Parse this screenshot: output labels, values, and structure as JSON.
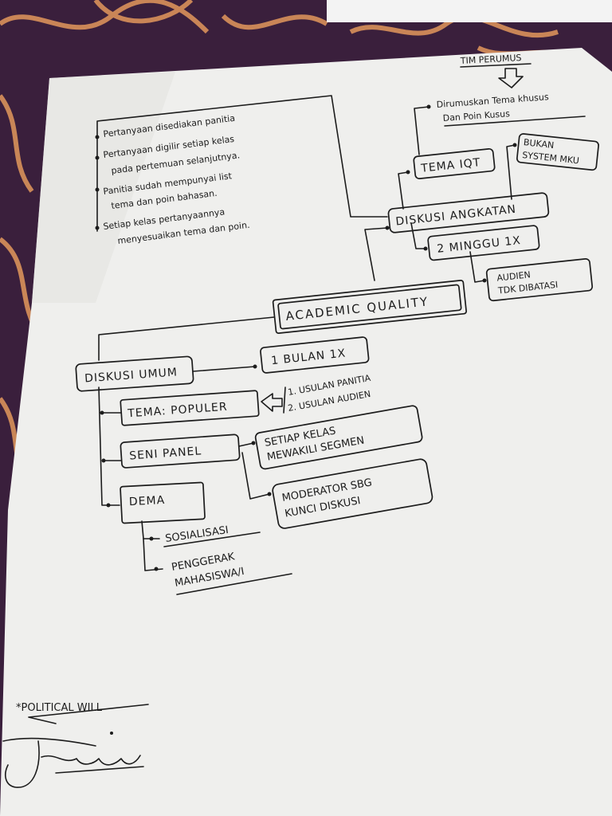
{
  "colors": {
    "tablecloth": "#3a1f3c",
    "batik_orange": "#d9915a",
    "paper": "#efefed",
    "ink": "#1c1c1c"
  },
  "header": {
    "tim_perumus": "TIM PERUMUS",
    "dirumuskan": [
      "Dirumuskan Tema khusus",
      "Dan Poin Kusus"
    ]
  },
  "notes": [
    "Pertanyaan disediakan panitia",
    "Pertanyaan digilir setiap kelas",
    "pada pertemuan selanjutnya.",
    "Panitia sudah mempunyai list",
    "tema dan poin bahasan.",
    "Setiap kelas pertanyaannya",
    "menyesuaikan tema dan poin."
  ],
  "diskusi_angkatan": {
    "label": "DISKUSI ANGKATAN",
    "tema": "TEMA IQT",
    "bukan": [
      "BUKAN",
      "SYSTEM MKU"
    ],
    "minggu": "2 MINGGU 1X",
    "audien": [
      "AUDIEN",
      "TDK DIBATASI"
    ]
  },
  "center": "ACADEMIC QUALITY",
  "diskusi_umum": {
    "label": "DISKUSI UMUM",
    "bulan": "1 BULAN 1X",
    "tema": "TEMA: POPULER",
    "usulan": [
      "1. USULAN PANITIA",
      "2. USULAN AUDIEN"
    ],
    "seni": "SENI PANEL",
    "setiap": [
      "SETIAP KELAS",
      "MEWAKILI SEGMEN"
    ],
    "moderator": [
      "MODERATOR SBG",
      "KUNCI DISKUSI"
    ],
    "dema": "DEMA",
    "sosialisasi": "SOSIALISASI",
    "penggerak": [
      "PENGGERAK",
      "MAHASISWA/I"
    ]
  },
  "footer": {
    "political": "*POLITICAL WILL",
    "signature": "Tanyo"
  }
}
